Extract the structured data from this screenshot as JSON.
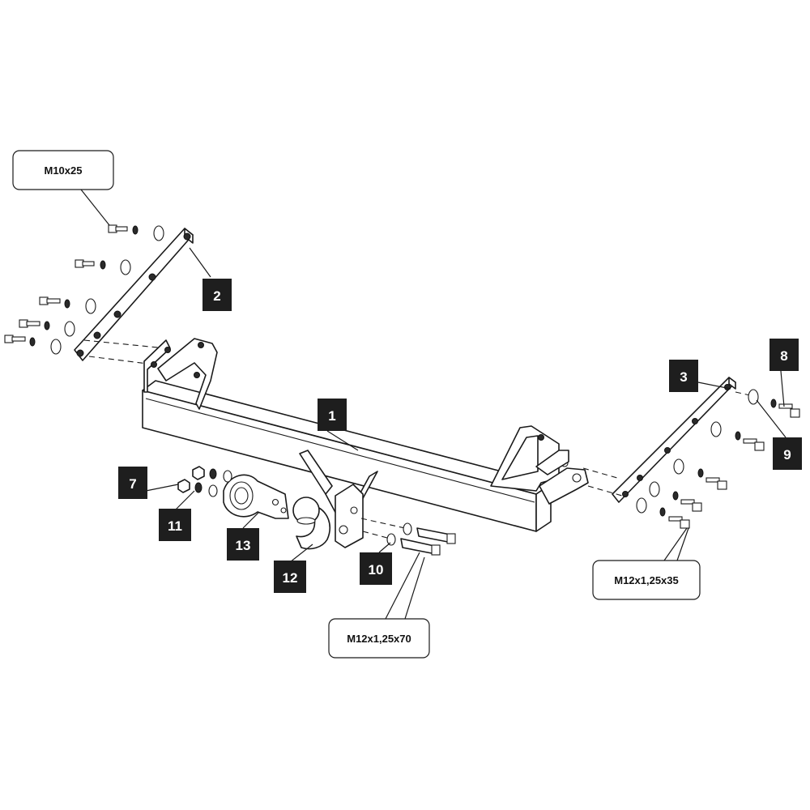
{
  "part_labels": {
    "p1": "1",
    "p2": "2",
    "p3": "3",
    "p7": "7",
    "p8": "8",
    "p9": "9",
    "p10": "10",
    "p11": "11",
    "p12": "12",
    "p13": "13"
  },
  "bolt_specs": {
    "left_bracket_bolts": "M10x25",
    "right_bracket_bolts": "M12x1,25x35",
    "ball_mount_bolts": "M12x1,25x70"
  },
  "colors": {
    "line": "#1a1a1a",
    "badge_fill": "#1e1e1e",
    "badge_text": "#ffffff"
  }
}
